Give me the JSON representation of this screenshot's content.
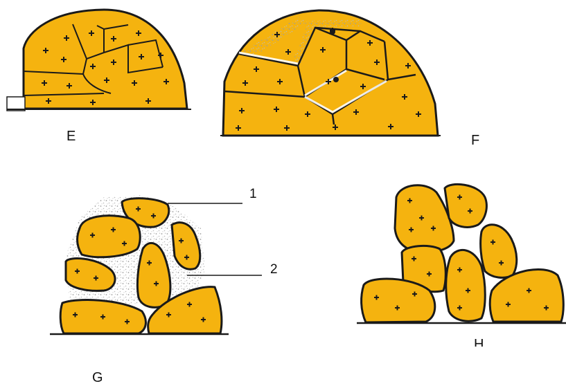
{
  "labels": {
    "e": "E",
    "f": "F",
    "g": "G",
    "h": "H",
    "callout_1": "1",
    "callout_2": "2"
  },
  "colors": {
    "cell_fill": "#F5B30F",
    "outline": "#1a1a1a",
    "plus_mark": "#1a1a1a",
    "matrix_speckle": "#bdbdbd",
    "background": "#ffffff"
  }
}
